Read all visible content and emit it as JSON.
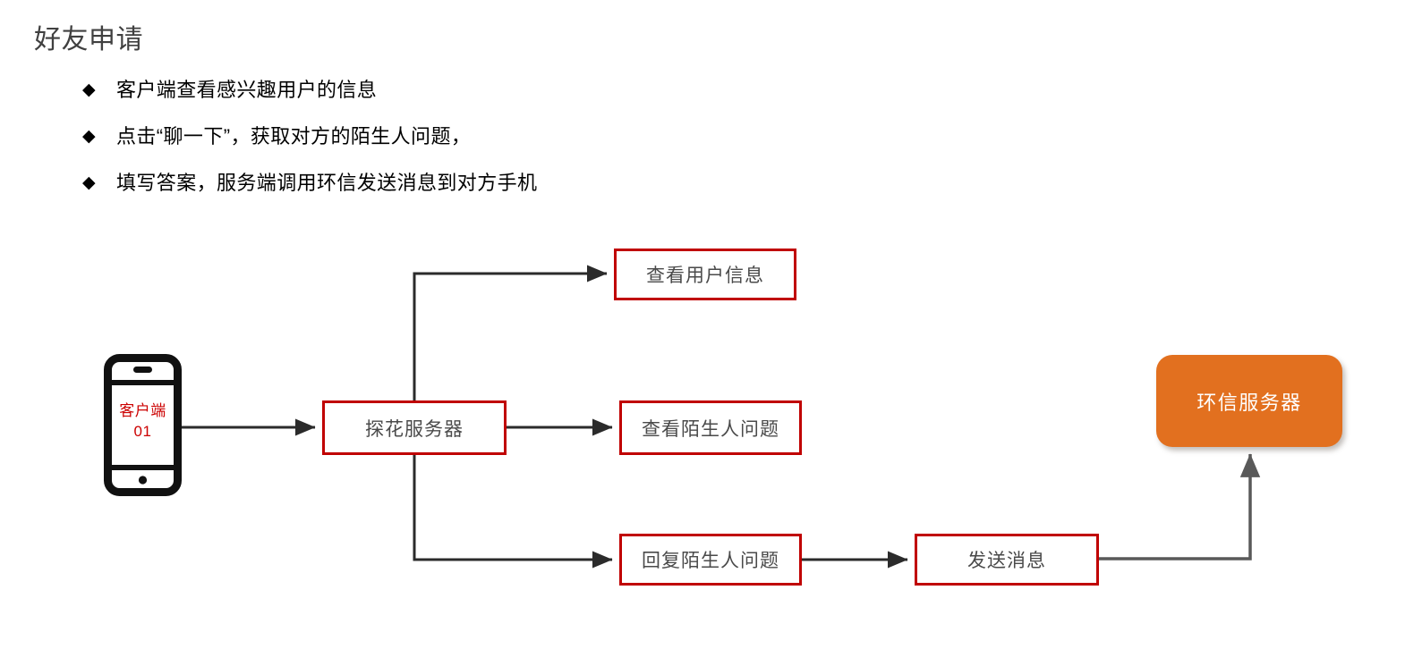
{
  "slide": {
    "title": "好友申请",
    "bullets": [
      {
        "marker": "◆",
        "text": "客户端查看感兴趣用户的信息"
      },
      {
        "marker": "◆",
        "text": "点击“聊一下”，获取对方的陌生人问题，"
      },
      {
        "marker": "◆",
        "text": "填写答案，服务端调用环信发送消息到对方手机"
      }
    ]
  },
  "diagram": {
    "phone": {
      "icon": "smartphone-icon",
      "line1": "客户端",
      "line2": "01"
    },
    "nodes": {
      "tanhua_server": "探花服务器",
      "view_user_info": "查看用户信息",
      "view_stranger_question": "查看陌生人问题",
      "reply_stranger_question": "回复陌生人问题",
      "send_message": "发送消息",
      "huanxin_server": "环信服务器"
    }
  },
  "colors": {
    "box_border_red": "#C00000",
    "server_orange": "#E2701F",
    "phone_text_red": "#CC0000",
    "arrow_black": "#2b2b2b",
    "arrow_gray": "#595959",
    "title_gray": "#404040",
    "box_text_gray": "#4a4a4a"
  }
}
